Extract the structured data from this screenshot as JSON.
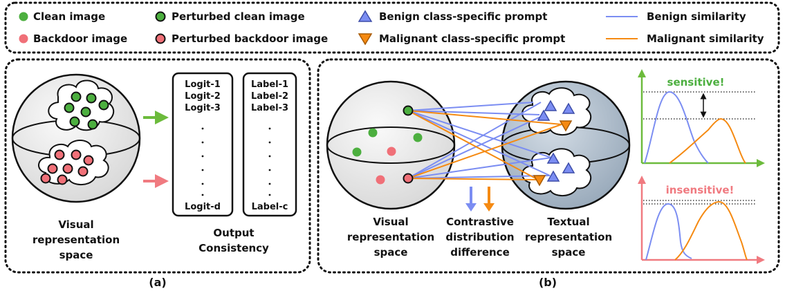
{
  "legend": {
    "clean_image": "Clean image",
    "perturbed_clean_image": "Perturbed clean image",
    "benign_prompt": "Benign class-specific prompt",
    "benign_similarity": "Benign similarity",
    "backdoor_image": "Backdoor image",
    "perturbed_backdoor_image": "Perturbed backdoor image",
    "malignant_prompt": "Malignant class-specific prompt",
    "malignant_similarity": "Malignant similarity"
  },
  "panel_a": {
    "caption": "(a)",
    "space_label": [
      "Visual",
      "representation",
      "space"
    ],
    "logits": [
      "Logit-1",
      "Logit-2",
      "Logit-3",
      "Logit-d"
    ],
    "labels": [
      "Label-1",
      "Label-2",
      "Label-3",
      "Label-c"
    ],
    "output_label": [
      "Output",
      "Consistency"
    ]
  },
  "panel_b": {
    "caption": "(b)",
    "visual_label": [
      "Visual",
      "representation",
      "space"
    ],
    "contrastive_label": [
      "Contrastive",
      "distribution",
      "difference"
    ],
    "textual_label": [
      "Textual",
      "representation",
      "space"
    ],
    "sensitive": "sensitive!",
    "insensitive": "insensitive!"
  },
  "colors": {
    "clean_green": "#4caf3f",
    "backdoor_red": "#f07078",
    "benign_blue": "#7b8df2",
    "malignant_orange": "#f58a12",
    "arrow_green": "#6cbb3c",
    "arrow_red": "#f07a80",
    "sphere_grey": "#e6e6e6",
    "text_sphere": "#b7c3cf"
  }
}
